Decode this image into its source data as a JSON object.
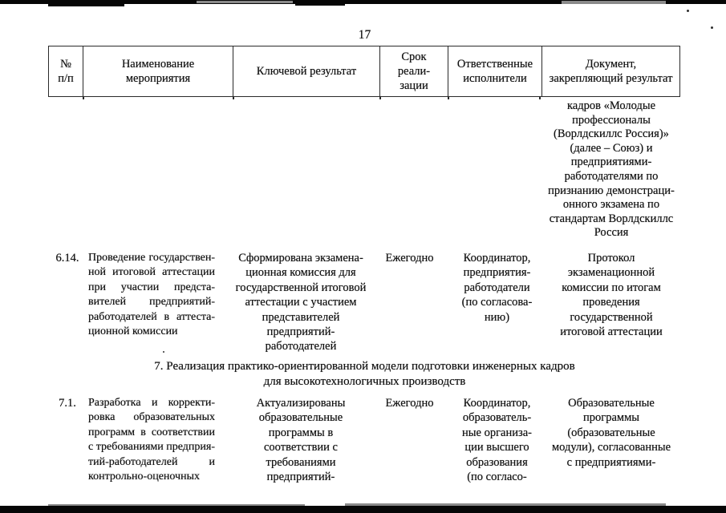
{
  "page": {
    "number": "17"
  },
  "colors": {
    "ink": "#141414",
    "border": "#2a2a2a",
    "scan_bar": "#060606"
  },
  "table": {
    "header": {
      "num_lines": [
        "№",
        "п/п"
      ],
      "name_lines": [
        "Наименование",
        "мероприятия"
      ],
      "result_lines": [
        "Ключевой результат"
      ],
      "term_lines": [
        "Срок",
        "реали-",
        "зации"
      ],
      "resp_lines": [
        "Ответственные",
        "исполнители"
      ],
      "doc_lines": [
        "Документ,",
        "закрепляющий результат"
      ]
    },
    "carryover": {
      "doc_lines": [
        "кадров «Молодые",
        "профессионалы",
        "(Ворлдскиллс Россия)»",
        "(далее – Союз) и",
        "предприятиями-",
        "работодателями по",
        "признанию демонстраци-",
        "онного экзамена по",
        "стандартам Ворлдскиллс",
        "Россия"
      ]
    },
    "rows": [
      {
        "num": "6.14.",
        "name_lines": [
          "Проведение государствен-",
          "ной итоговой аттестации",
          "при участии предста-",
          "вителей предприятий-",
          "работодателей в аттеста-",
          "ционной комиссии"
        ],
        "result_lines": [
          "Сформирована экзамена-",
          "ционная комиссия для",
          "государственной итоговой",
          "аттестации с участием",
          "представителей",
          "предприятий-",
          "работодателей"
        ],
        "term": "Ежегодно",
        "resp_lines": [
          "Координатор,",
          "предприятия-",
          "работодатели",
          "(по согласова-",
          "нию)"
        ],
        "doc_lines": [
          "Протокол",
          "экзаменационной",
          "комиссии по итогам",
          "проведения",
          "государственной",
          "итоговой аттестации"
        ]
      },
      {
        "num": "7.1.",
        "name_lines": [
          "Разработка и корректи-",
          "ровка образовательных",
          "программ в соответствии",
          "с требованиями предприя-",
          "тий-работодателей и",
          "контрольно-оценочных"
        ],
        "result_lines": [
          "Актуализированы",
          "образовательные",
          "программы в",
          "соответствии с",
          "требованиями",
          "предприятий-"
        ],
        "term": "Ежегодно",
        "resp_lines": [
          "Координатор,",
          "образователь-",
          "ные организа-",
          "ции высшего",
          "образования",
          "(по согласо-"
        ],
        "doc_lines": [
          "Образовательные",
          "программы",
          "(образовательные",
          "модули), согласованные",
          "с предприятиями-"
        ]
      }
    ],
    "section_heading_lines": [
      "7. Реализация практико-ориентированной модели подготовки инженерных кадров",
      "для высокотехнологичных производств"
    ]
  }
}
